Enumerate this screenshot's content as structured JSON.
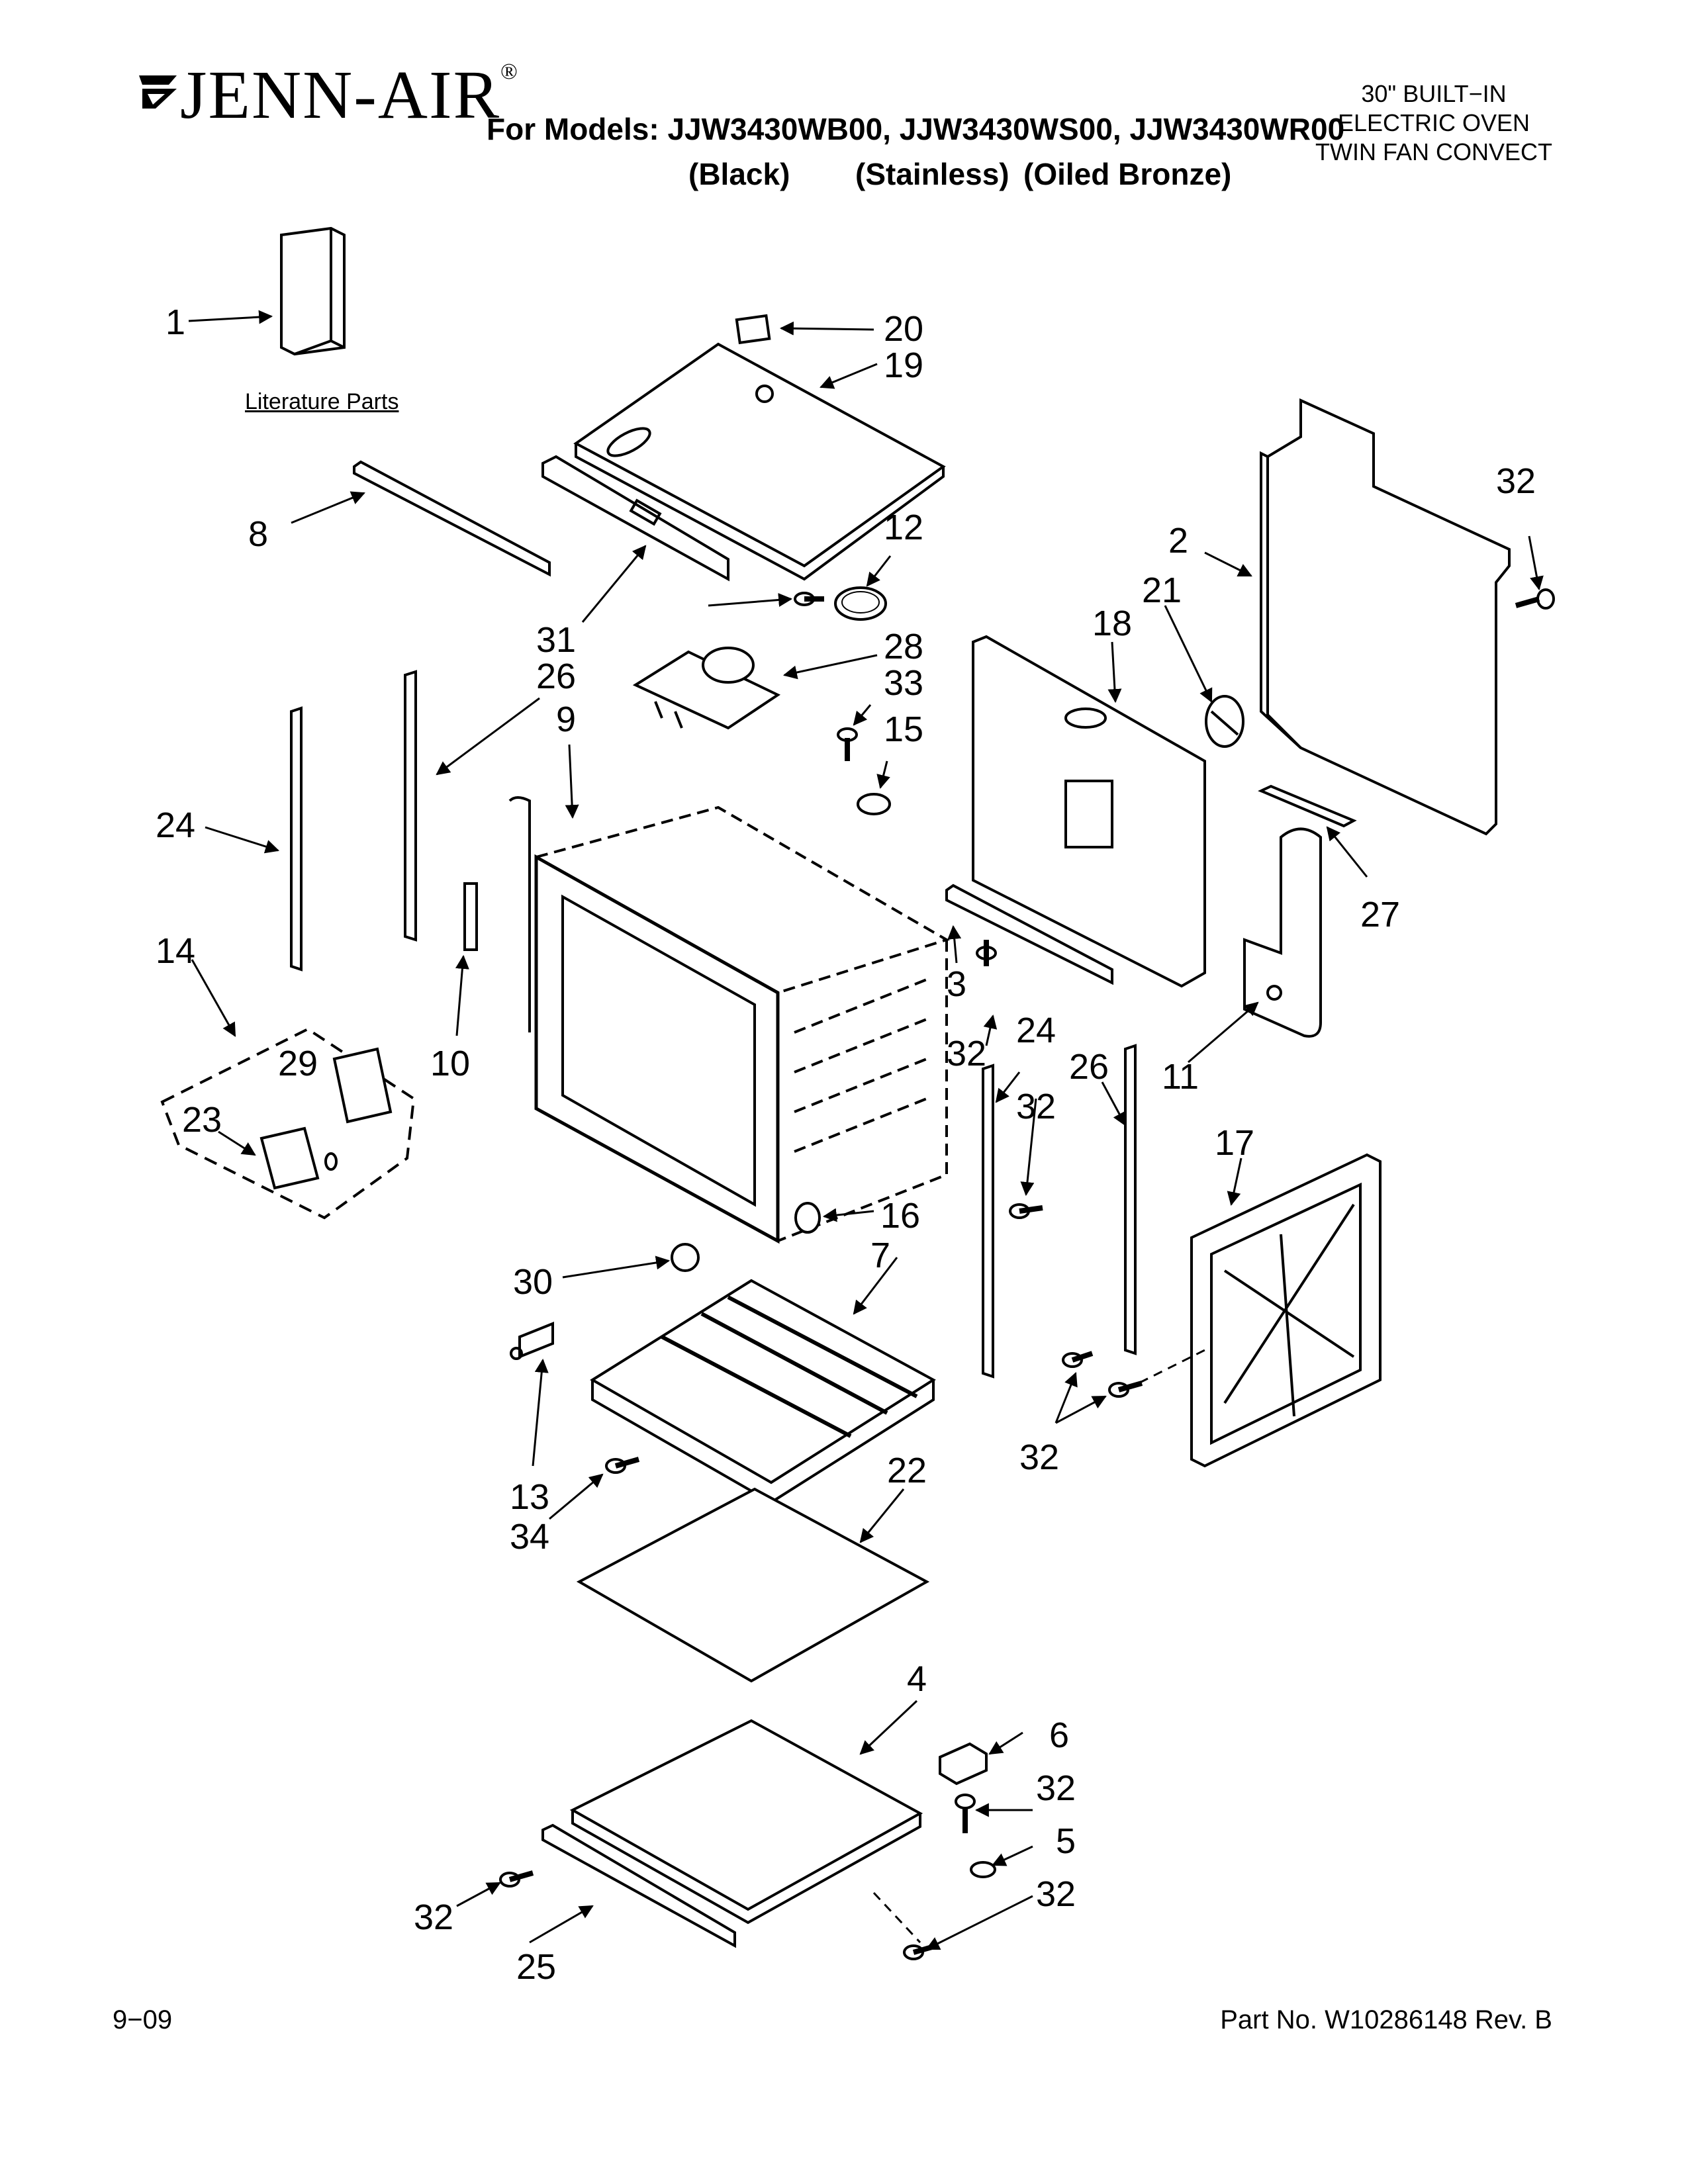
{
  "brand": {
    "name": "JENN-AIR",
    "reg": "®"
  },
  "header": {
    "models": "For Models: JJW3430WB00, JJW3430WS00, JJW3430WR00",
    "variants": [
      "(Black)",
      "(Stainless)",
      "(Oiled Bronze)"
    ],
    "product_lines": [
      "30\" BUILT−IN",
      "ELECTRIC OVEN",
      "TWIN FAN CONVECT"
    ]
  },
  "literature_label": "Literature Parts",
  "footer": {
    "date": "9−09",
    "part_no": "Part No. W10286148 Rev. B"
  },
  "callouts": [
    "1",
    "20",
    "19",
    "32",
    "8",
    "12",
    "31",
    "28",
    "26",
    "33",
    "2",
    "21",
    "18",
    "9",
    "15",
    "24",
    "27",
    "14",
    "3",
    "10",
    "29",
    "24",
    "26",
    "23",
    "32",
    "32",
    "11",
    "17",
    "16",
    "30",
    "7",
    "13",
    "32",
    "34",
    "22",
    "4",
    "6",
    "32",
    "5",
    "32",
    "32",
    "25"
  ]
}
